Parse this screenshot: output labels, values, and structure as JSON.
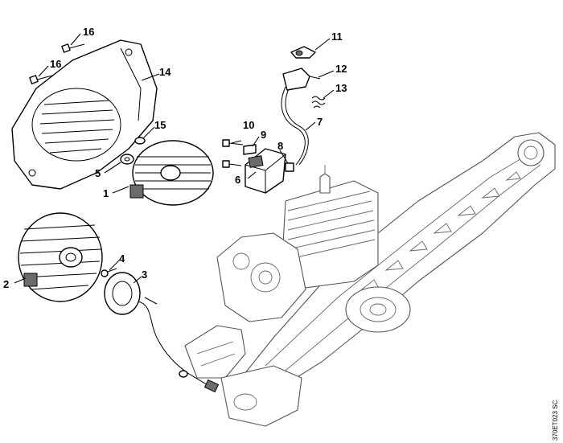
{
  "diagram": {
    "reference_code": "370ET023 SC",
    "callouts": [
      {
        "id": "c1",
        "label": "1"
      },
      {
        "id": "c2",
        "label": "2"
      },
      {
        "id": "c3",
        "label": "3"
      },
      {
        "id": "c4",
        "label": "4"
      },
      {
        "id": "c5",
        "label": "5"
      },
      {
        "id": "c6",
        "label": "6"
      },
      {
        "id": "c7",
        "label": "7"
      },
      {
        "id": "c8",
        "label": "8"
      },
      {
        "id": "c9",
        "label": "9"
      },
      {
        "id": "c10",
        "label": "10"
      },
      {
        "id": "c11",
        "label": "11"
      },
      {
        "id": "c12",
        "label": "12"
      },
      {
        "id": "c13",
        "label": "13"
      },
      {
        "id": "c14",
        "label": "14"
      },
      {
        "id": "c15",
        "label": "15"
      },
      {
        "id": "c16a",
        "label": "16"
      },
      {
        "id": "c16b",
        "label": "16"
      }
    ]
  }
}
